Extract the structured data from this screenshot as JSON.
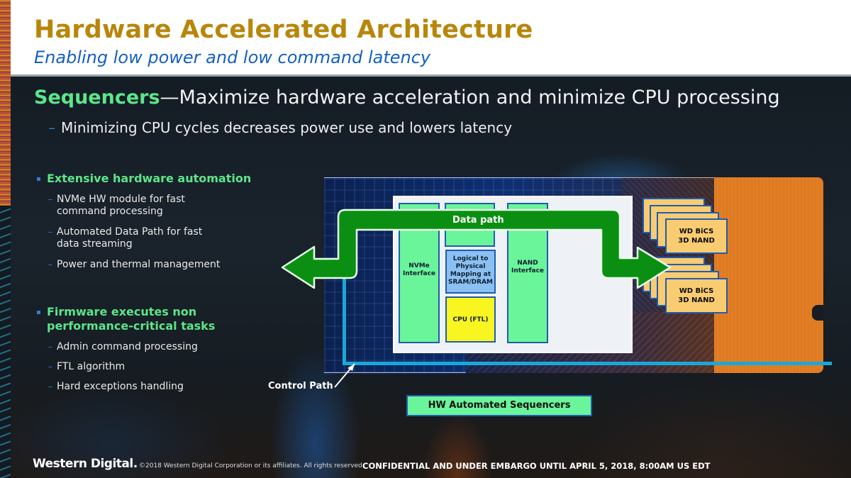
{
  "header": {
    "title": "Hardware Accelerated Architecture",
    "subtitle": "Enabling low power and low command latency"
  },
  "headline": {
    "accent": "Sequencers",
    "rest": "—Maximize hardware acceleration and minimize CPU processing",
    "sub_bullet": "Minimizing CPU cycles decreases power use and lowers latency"
  },
  "sections": [
    {
      "heading": "Extensive hardware automation",
      "items": [
        [
          "NVMe HW module for fast",
          "command processing"
        ],
        [
          "Automated Data Path for fast",
          "data streaming"
        ],
        [
          "Power and thermal management"
        ]
      ]
    },
    {
      "heading_lines": [
        "Firmware executes non",
        "performance-critical tasks"
      ],
      "items": [
        [
          "Admin command processing"
        ],
        [
          "FTL algorithm"
        ],
        [
          "Hard exceptions handling"
        ]
      ]
    }
  ],
  "diagram": {
    "data_path_label": "Data path",
    "control_path_label": "Control Path",
    "sequencers_label": "HW Automated Sequencers",
    "blocks": {
      "nvme": [
        "NVMe",
        "Interface"
      ],
      "nand": [
        "NAND",
        "Interface"
      ],
      "l2p": [
        "Logical to",
        "Physical",
        "Mapping at",
        "SRAM/DRAM"
      ],
      "cpu": "CPU (FTL)"
    },
    "nand_packages": [
      [
        "WD BiCS",
        "3D NAND"
      ],
      [
        "WD BiCS",
        "3D NAND"
      ]
    ],
    "colors": {
      "block_green": "#6af59a",
      "block_blue": "#8bc0f2",
      "cpu_yellow": "#f8f520",
      "nand_tan": "#f9cc72",
      "arrow_green": "#0a8f12",
      "control_cyan": "#1aa7d8",
      "accent_green": "#5ce68a",
      "title_gold": "#b8860b",
      "subtitle_blue": "#1560bd"
    }
  },
  "footer": {
    "logo": "Western Digital.",
    "copyright": "©2018 Western Digital Corporation or its affiliates. All rights reserved.",
    "confidential": "CONFIDENTIAL AND UNDER EMBARGO UNTIL APRIL 5, 2018, 8:00AM US EDT"
  }
}
